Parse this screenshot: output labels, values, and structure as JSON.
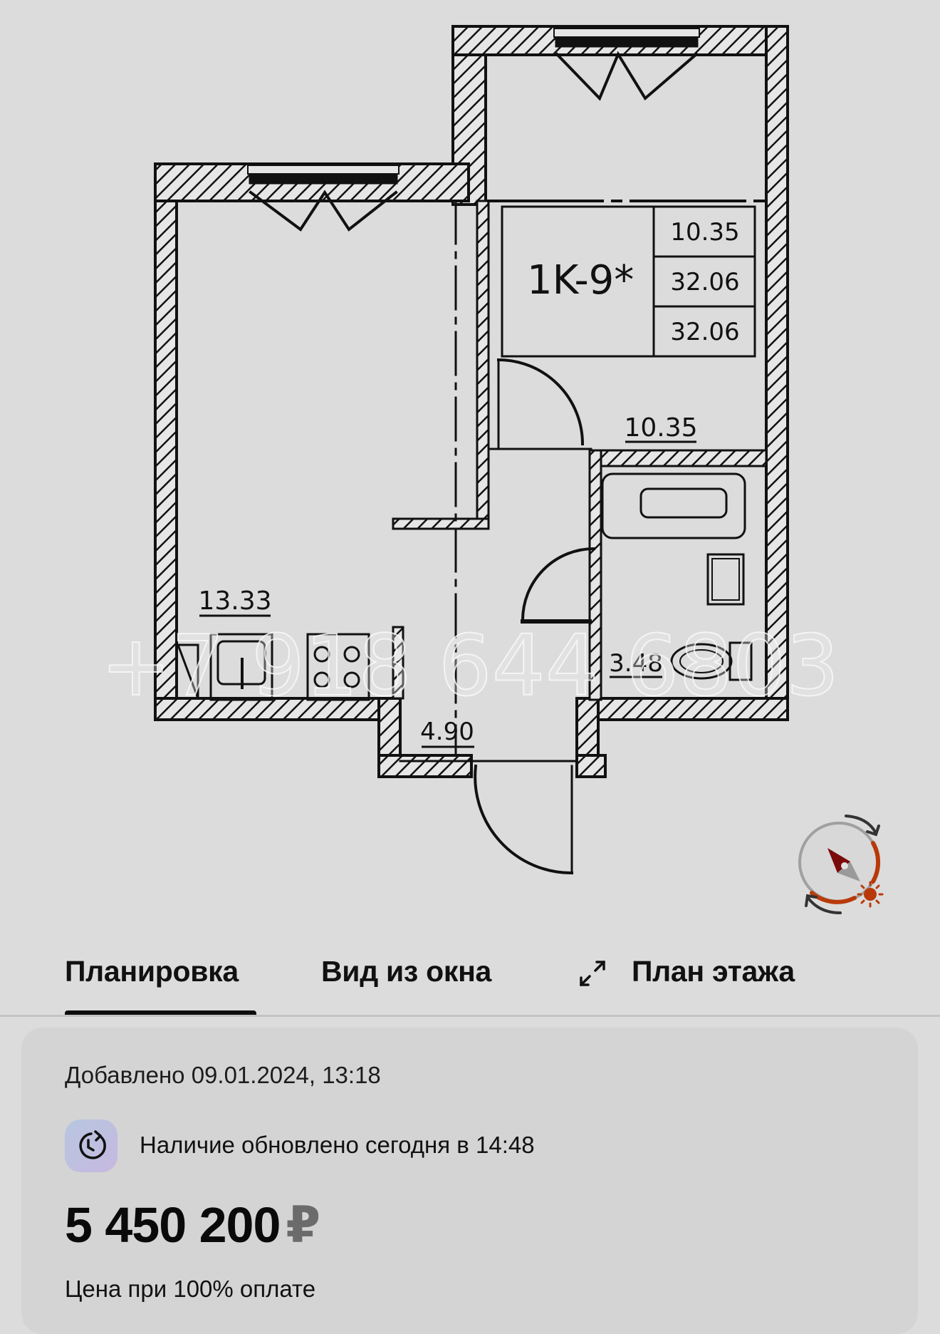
{
  "plan": {
    "apartment_code": "1K-9*",
    "summary_table": [
      "10.35",
      "32.06",
      "32.06"
    ],
    "rooms": [
      {
        "name": "room",
        "area": "10.35"
      },
      {
        "name": "kitchen-living",
        "area": "13.33"
      },
      {
        "name": "bathroom",
        "area": "3.48"
      },
      {
        "name": "hallway",
        "area": "4.90"
      }
    ],
    "watermark": "+7 918 644 6803",
    "compass_icon": "compass-sun-rotate-icon"
  },
  "tabs": {
    "items": [
      {
        "label": "Планировка",
        "active": true
      },
      {
        "label": "Вид из окна",
        "active": false
      },
      {
        "label": "План этажа",
        "active": false,
        "icon": "expand-icon"
      }
    ]
  },
  "info": {
    "added_label": "Добавлено 09.01.2024, 13:18",
    "availability_icon": "clock-refresh-icon",
    "availability_text": "Наличие обновлено сегодня в 14:48",
    "price": "5 450 200",
    "currency": "₽",
    "price_note": "Цена при 100% оплате"
  },
  "colors": {
    "background": "#dcdcdc",
    "card": "#d4d4d4",
    "accent_compass": "#b83a0a",
    "compass_needle": "#7a0a0a",
    "badge_gradient": [
      "#b7c7e0",
      "#c6b8e0"
    ]
  }
}
